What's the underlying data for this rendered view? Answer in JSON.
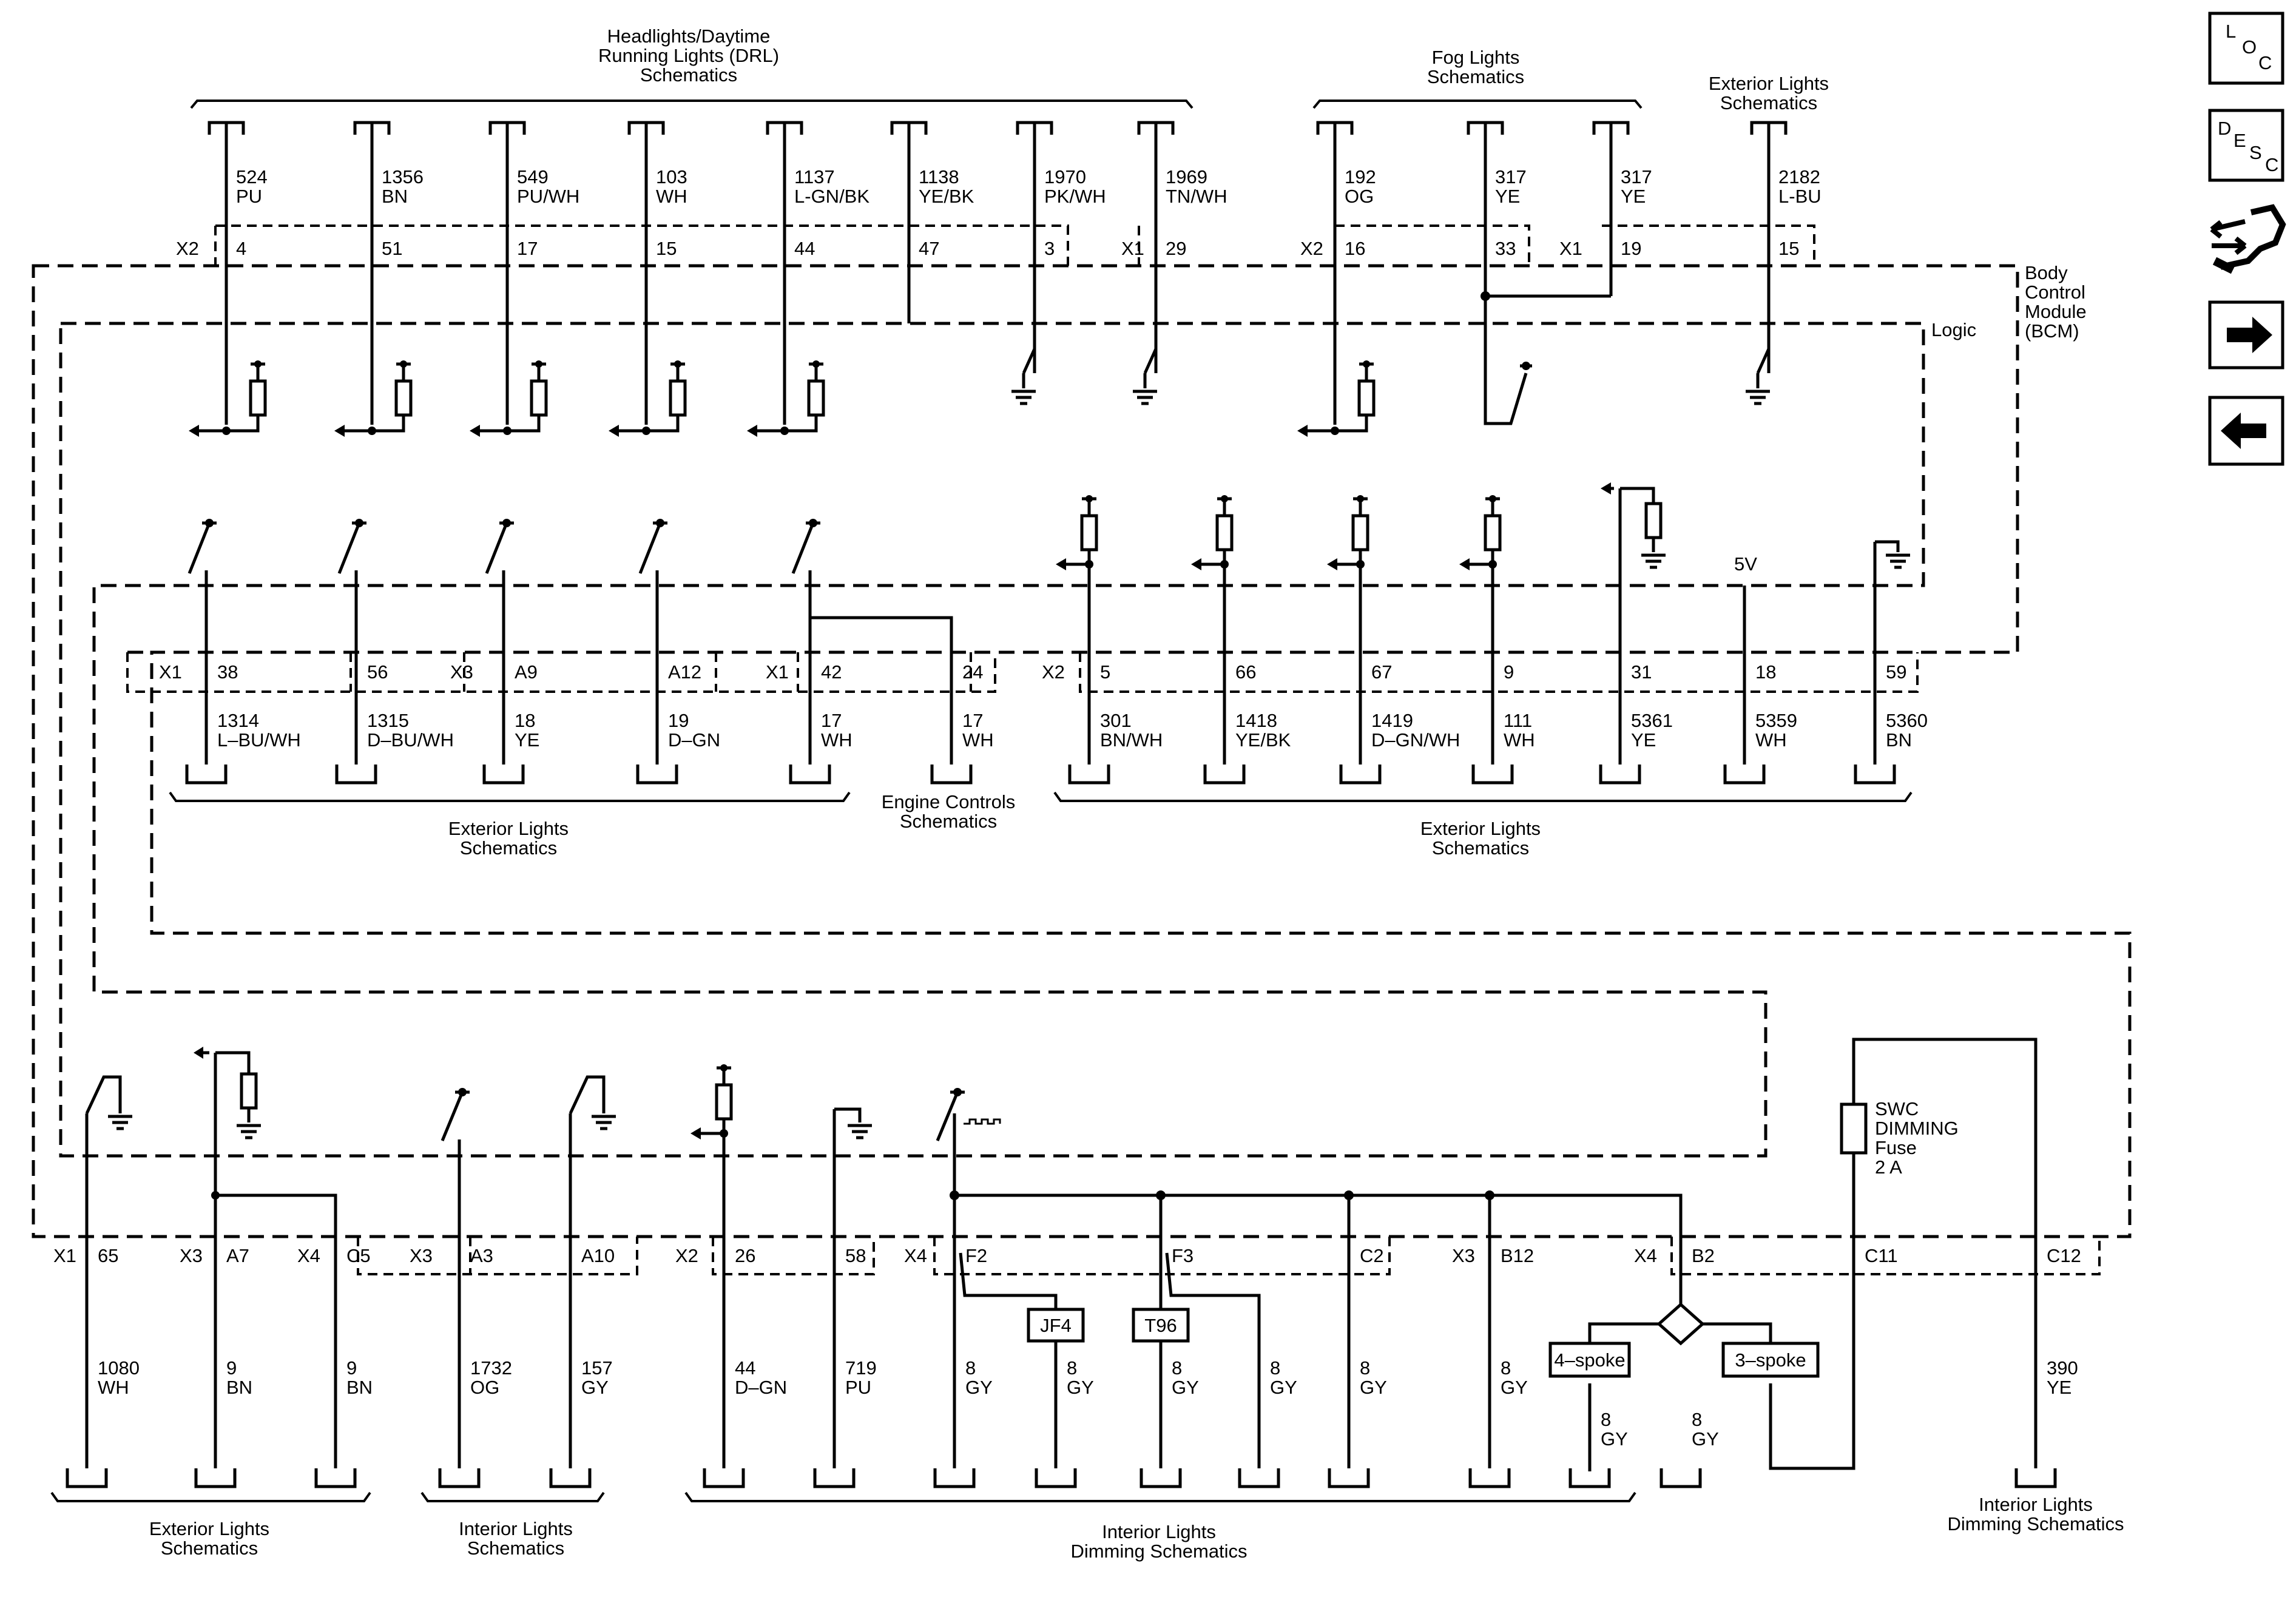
{
  "module": {
    "line1": "Body",
    "line2": "Control",
    "line3": "Module",
    "line4": "(BCM)",
    "logic": "Logic",
    "vref": "5V"
  },
  "top_refs": [
    {
      "l1": "Headlights/Daytime",
      "l2": "Running Lights (DRL)",
      "l3": "Schematics"
    },
    {
      "l1": "Fog Lights",
      "l2": "Schematics"
    },
    {
      "l1": "Exterior Lights",
      "l2": "Schematics"
    }
  ],
  "mid_refs": [
    {
      "l1": "Exterior Lights",
      "l2": "Schematics"
    },
    {
      "l1": "Engine Controls",
      "l2": "Schematics"
    },
    {
      "l1": "Exterior Lights",
      "l2": "Schematics"
    }
  ],
  "bottom_refs": [
    {
      "l1": "Exterior Lights",
      "l2": "Schematics"
    },
    {
      "l1": "Interior Lights",
      "l2": "Schematics"
    },
    {
      "l1": "Interior Lights",
      "l2": "Dimming Schematics"
    },
    {
      "l1": "Interior Lights",
      "l2": "Dimming Schematics"
    }
  ],
  "top_wires": [
    {
      "circuit": "524",
      "color": "PU",
      "pin": "4"
    },
    {
      "circuit": "1356",
      "color": "BN",
      "pin": "51"
    },
    {
      "circuit": "549",
      "color": "PU/WH",
      "pin": "17"
    },
    {
      "circuit": "103",
      "color": "WH",
      "pin": "15"
    },
    {
      "circuit": "1137",
      "color": "L-GN/BK",
      "pin": "44"
    },
    {
      "circuit": "1138",
      "color": "YE/BK",
      "pin": "47"
    },
    {
      "circuit": "1970",
      "color": "PK/WH",
      "pin": "3"
    },
    {
      "circuit": "1969",
      "color": "TN/WH",
      "pin": "29"
    },
    {
      "circuit": "192",
      "color": "OG",
      "pin": "16"
    },
    {
      "circuit": "317",
      "color": "YE",
      "pin": "33"
    },
    {
      "circuit": "317",
      "color": "YE",
      "pin": "19"
    },
    {
      "circuit": "2182",
      "color": "L-BU",
      "pin": "15"
    }
  ],
  "mid_wires": [
    {
      "circuit": "1314",
      "color": "L–BU/WH",
      "pin": "38"
    },
    {
      "circuit": "1315",
      "color": "D–BU/WH",
      "pin": "56"
    },
    {
      "circuit": "18",
      "color": "YE",
      "pin": "A9"
    },
    {
      "circuit": "19",
      "color": "D–GN",
      "pin": "A12"
    },
    {
      "circuit": "17",
      "color": "WH",
      "pin": "42"
    },
    {
      "circuit": "17",
      "color": "WH",
      "pin": "24"
    },
    {
      "circuit": "301",
      "color": "BN/WH",
      "pin": "5"
    },
    {
      "circuit": "1418",
      "color": "YE/BK",
      "pin": "66"
    },
    {
      "circuit": "1419",
      "color": "D–GN/WH",
      "pin": "67"
    },
    {
      "circuit": "111",
      "color": "WH",
      "pin": "9"
    },
    {
      "circuit": "5361",
      "color": "YE",
      "pin": "31"
    },
    {
      "circuit": "5359",
      "color": "WH",
      "pin": "18"
    },
    {
      "circuit": "5360",
      "color": "BN",
      "pin": "59"
    }
  ],
  "bottom_wires": [
    {
      "circuit": "1080",
      "color": "WH",
      "pin": "65"
    },
    {
      "circuit": "9",
      "color": "BN",
      "pin": "A7"
    },
    {
      "circuit": "9",
      "color": "BN",
      "pin": "C5"
    },
    {
      "circuit": "1732",
      "color": "OG",
      "pin": "A3"
    },
    {
      "circuit": "157",
      "color": "GY",
      "pin": "A10"
    },
    {
      "circuit": "44",
      "color": "D–GN",
      "pin": "26"
    },
    {
      "circuit": "719",
      "color": "PU",
      "pin": "58"
    },
    {
      "circuit": "8",
      "color": "GY",
      "pin": "F2"
    },
    {
      "circuit": "8",
      "color": "GY",
      "pin": ""
    },
    {
      "circuit": "8",
      "color": "GY",
      "pin": "F3"
    },
    {
      "circuit": "8",
      "color": "GY",
      "pin": ""
    },
    {
      "circuit": "8",
      "color": "GY",
      "pin": "C2"
    },
    {
      "circuit": "8",
      "color": "GY",
      "pin": "B12"
    },
    {
      "circuit": "8",
      "color": "GY",
      "pin": "B2"
    },
    {
      "circuit": "8",
      "color": "GY",
      "pin": ""
    },
    {
      "circuit": "",
      "color": "",
      "pin": "C11"
    },
    {
      "circuit": "390",
      "color": "YE",
      "pin": "C12"
    }
  ],
  "connectors": {
    "x1": "X1",
    "x2": "X2",
    "x3": "X3",
    "x4": "X4"
  },
  "splices": {
    "jf4": "JF4",
    "t96": "T96"
  },
  "options": {
    "four": "4–spoke",
    "three": "3–spoke"
  },
  "fuse": {
    "l1": "SWC",
    "l2": "DIMMING",
    "l3": "Fuse",
    "l4": "2 A"
  },
  "nav": {
    "loc": [
      "L",
      "O",
      "C"
    ],
    "desc": [
      "D",
      "E",
      "S",
      "C"
    ]
  }
}
